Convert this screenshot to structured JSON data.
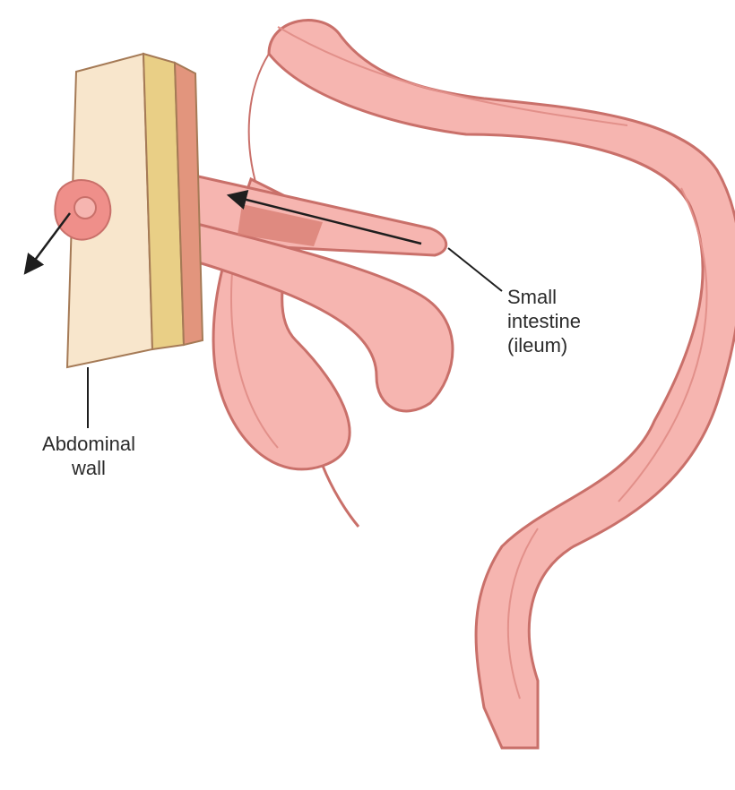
{
  "labels": {
    "small_intestine": {
      "line1": "Small",
      "line2": "intestine",
      "line3": "(ileum)"
    },
    "abdominal_wall": {
      "line1": "Abdominal",
      "line2": "wall"
    }
  },
  "colors": {
    "bowel_fill": "#f6b5b0",
    "bowel_stroke": "#c9706a",
    "segment_line": "#e2908a",
    "wall_cream": "#f8e6cc",
    "wall_stripe": "#e9cf86",
    "muscle": "#e2957d",
    "stoma": "#ef8f8a",
    "ink": "#1e1e1e"
  },
  "icons": [
    "arrow-icon"
  ]
}
